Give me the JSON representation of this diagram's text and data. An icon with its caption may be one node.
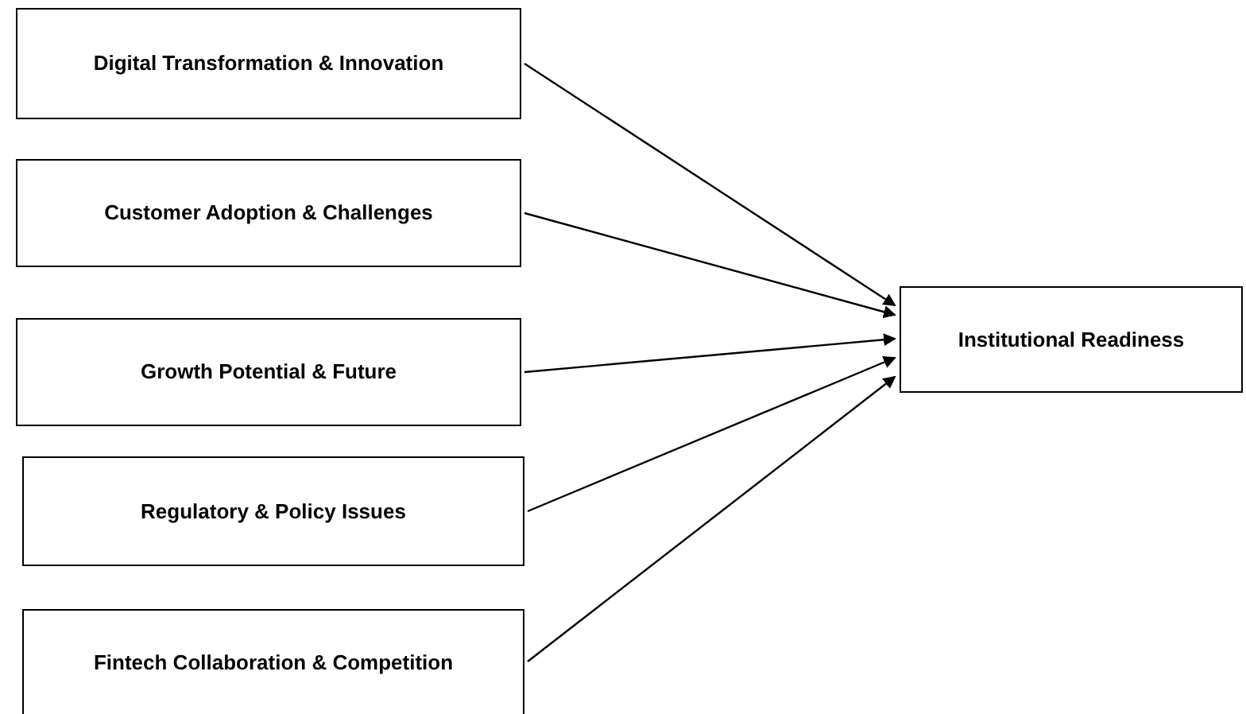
{
  "diagram": {
    "nodes": [
      {
        "text": [
          "Digital Transformation & Innovation"
        ]
      },
      {
        "text": [
          "Customer Adoption & Challenges"
        ]
      },
      {
        "text": [
          "Growth Potential & Future"
        ]
      },
      {
        "text": [
          "Regulatory & Policy Issues"
        ]
      },
      {
        "text": [
          "Fintech Collaboration & Competition"
        ]
      },
      {
        "text": [
          "Institutional Readiness"
        ]
      }
    ],
    "edges": [
      {
        "from": 0,
        "to": 5,
        "arrow": "to"
      },
      {
        "from": 1,
        "to": 5,
        "arrow": "to"
      },
      {
        "from": 2,
        "to": 5,
        "arrow": "to"
      },
      {
        "from": 3,
        "to": 5,
        "arrow": "to"
      },
      {
        "from": 4,
        "to": 5,
        "arrow": "to"
      }
    ]
  }
}
